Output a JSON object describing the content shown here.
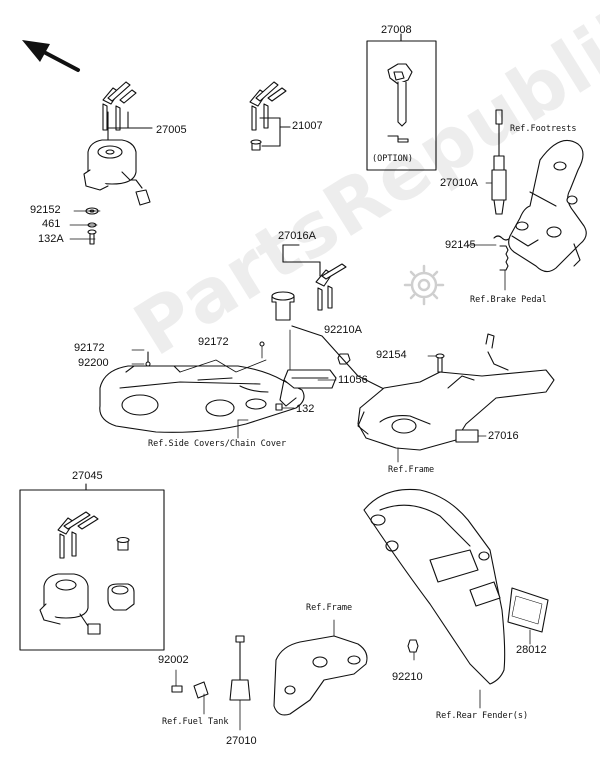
{
  "watermark": "PartsRepublik",
  "part_labels": {
    "p27005": "27005",
    "p92152": "92152",
    "p461": "461",
    "p132A": "132A",
    "p21007": "21007",
    "p27008": "27008",
    "option": "(OPTION)",
    "p27010A": "27010A",
    "p92145": "92145",
    "p27016A": "27016A",
    "p92210A": "92210A",
    "p92172_left": "92172",
    "p92200": "92200",
    "p92172_mid": "92172",
    "p92154": "92154",
    "p11056": "11056",
    "p132": "132",
    "p27016": "27016",
    "p27045": "27045",
    "p28012": "28012",
    "p92002": "92002",
    "p92210": "92210",
    "p27010": "27010"
  },
  "ref_labels": {
    "footrests": "Ref.Footrests",
    "brake_pedal": "Ref.Brake Pedal",
    "side_covers": "Ref.Side Covers/Chain Cover",
    "frame_right": "Ref.Frame",
    "frame_bottom": "Ref.Frame",
    "fuel_tank": "Ref.Fuel Tank",
    "rear_fender": "Ref.Rear Fender(s)"
  },
  "icons": [
    "front-direction-arrow-icon",
    "gear-icon",
    "key-icon"
  ]
}
